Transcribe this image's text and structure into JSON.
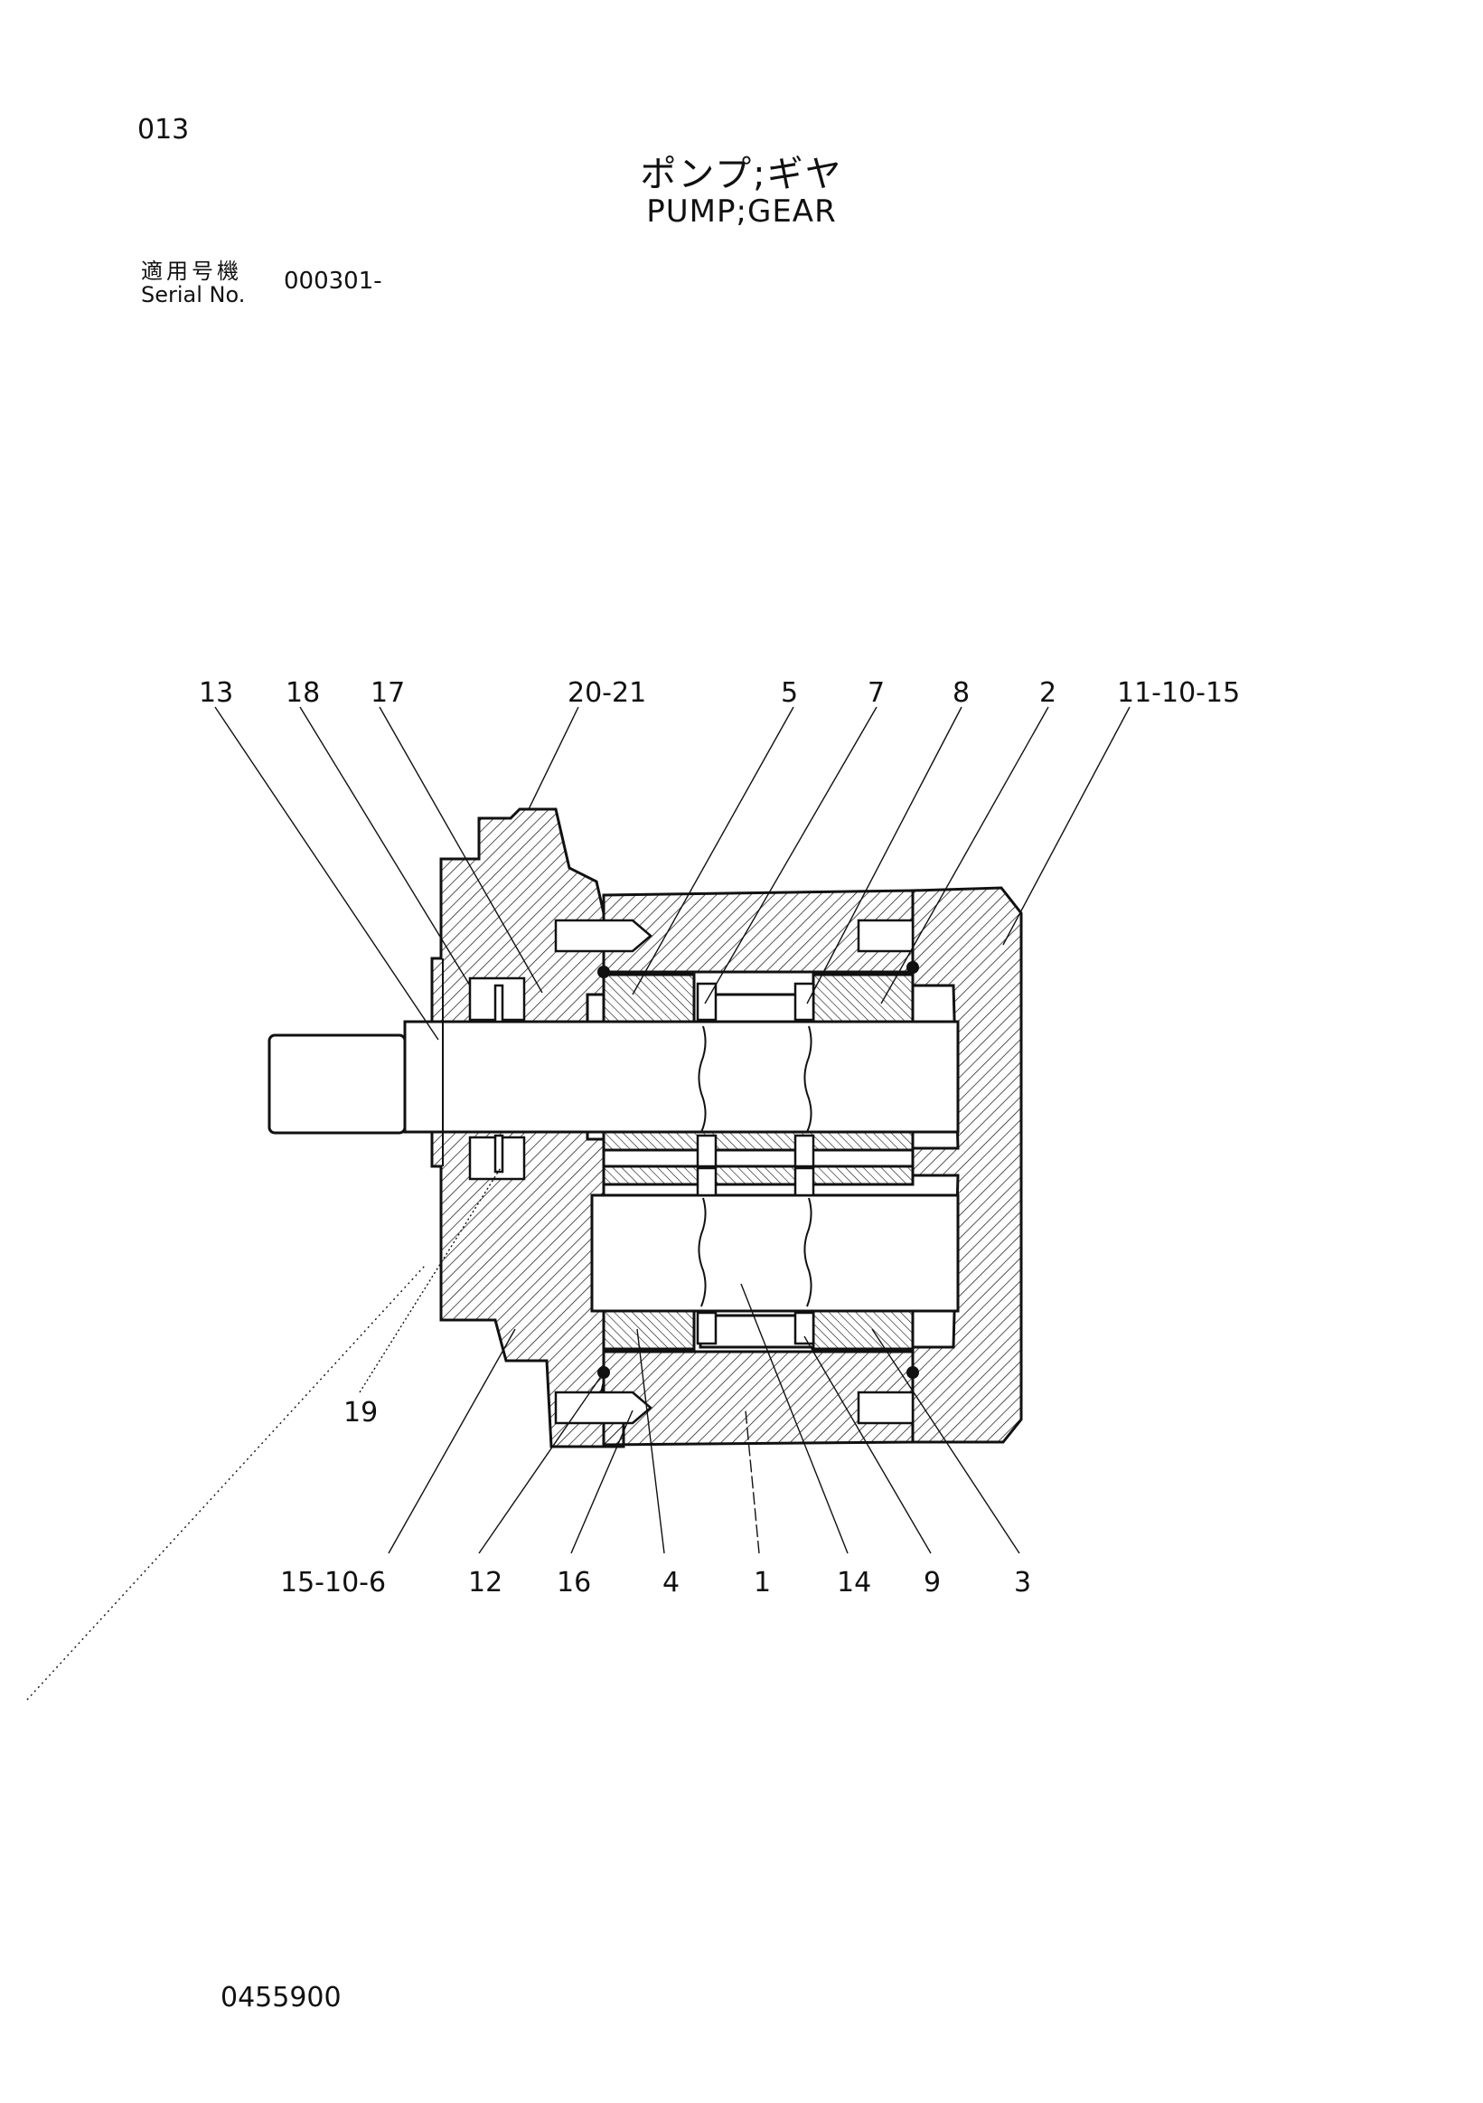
{
  "page_number": "013",
  "title_jp": "ポンプ;ギヤ",
  "title_en": "PUMP;GEAR",
  "serial_label_jp": "適用号機",
  "serial_label_en": "Serial No.",
  "serial_value": "000301-",
  "document_code": "0455900",
  "callouts": {
    "top": [
      "13",
      "18",
      "17",
      "20-21",
      "5",
      "7",
      "8",
      "2",
      "11-10-15"
    ],
    "left": [
      "19"
    ],
    "bottom": [
      "15-10-6",
      "12",
      "16",
      "4",
      "1",
      "14",
      "9",
      "3"
    ]
  },
  "colors": {
    "ink": "#111111",
    "paper": "#ffffff"
  }
}
